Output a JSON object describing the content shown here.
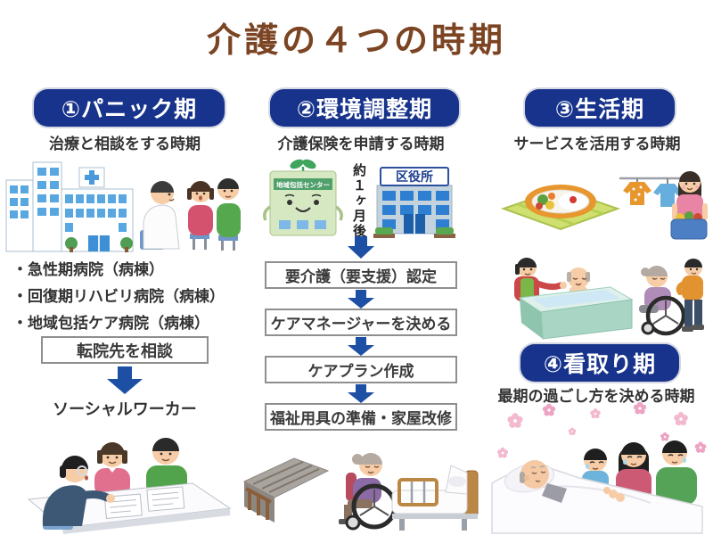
{
  "title": "介護の４つの時期",
  "phases": {
    "p1": {
      "header": "①パニック期",
      "subtitle": "治療と相談をする時期",
      "bullets": [
        "・急性期病院（病棟）",
        "・回復期リハビリ病院（病棟）",
        "・地域包括ケア病院（病棟）"
      ],
      "consult_box": "転院先を相談",
      "worker_label": "ソーシャルワーカー"
    },
    "p2": {
      "header": "②環境調整期",
      "subtitle": "介護保険を申請する時期",
      "left_building_sign": "地域包括センター",
      "right_building_sign": "区役所",
      "wait_note": "約１ヶ月後",
      "steps": [
        "要介護（要支援）認定",
        "ケアマネージャーを決める",
        "ケアプラン作成",
        "福祉用具の準備・家屋改修"
      ]
    },
    "p3": {
      "header": "③生活期",
      "subtitle": "サービスを活用する時期"
    },
    "p4": {
      "header": "④看取り期",
      "subtitle": "最期の過ごし方を決める時期"
    }
  },
  "colors": {
    "title_text": "#7b4423",
    "phase_pill_bg": "#17338b",
    "arrow_blue": "#1d4fa5",
    "body_text": "#333333",
    "box_border": "#8f8f8f"
  }
}
